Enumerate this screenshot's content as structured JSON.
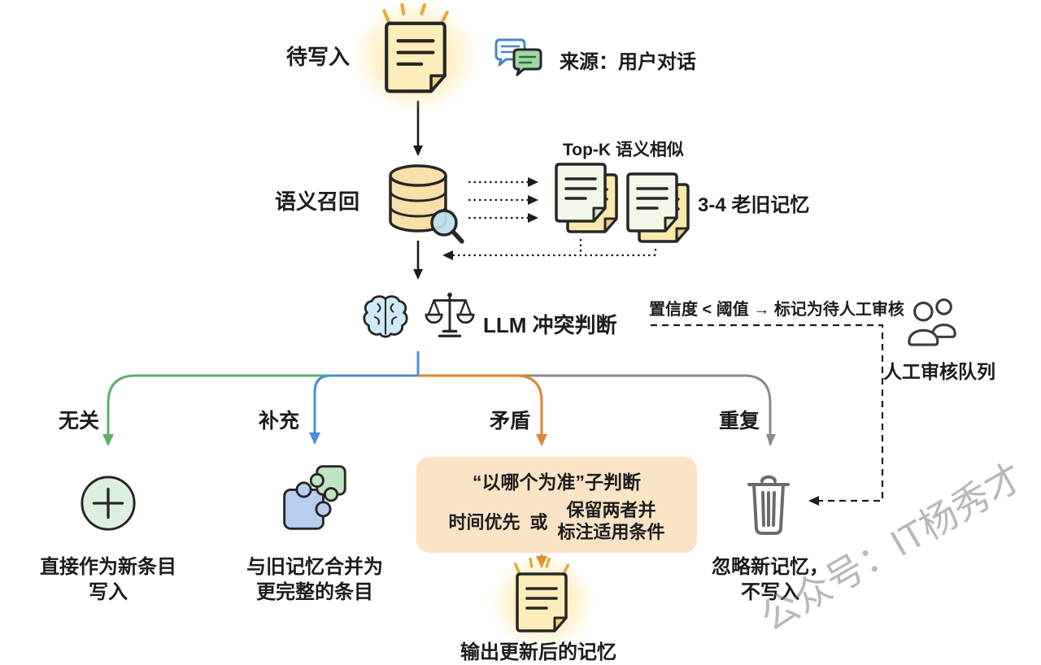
{
  "colors": {
    "ink": "#1c1c1c",
    "green": "#5fae69",
    "blue": "#4a90d9",
    "orange": "#e0862e",
    "gray": "#8a8a8a",
    "note-fill": "#fdeeb9",
    "box-fill": "#fbe3c6"
  },
  "nodes": {
    "to_write": "待写入",
    "source": "来源：用户对话",
    "semantic_recall": "语义召回",
    "topk": "Top-K 语义相似",
    "old_memories": "3-4 老旧记忆",
    "llm_judge": "LLM 冲突判断",
    "confidence_rule": "置信度 < 阈值 → 标记为待人工审核",
    "review_queue": "人工审核队列",
    "output_memory": "输出更新后的记忆",
    "watermark": "公众号：IT杨秀才"
  },
  "branches": {
    "irrelevant": {
      "label": "无关",
      "action_line1": "直接作为新条目",
      "action_line2": "写入"
    },
    "supplement": {
      "label": "补充",
      "action_line1": "与旧记忆合并为",
      "action_line2": "更完整的条目"
    },
    "conflict": {
      "label": "矛盾",
      "box_title": "“以哪个为准”子判断",
      "option_a": "时间优先",
      "or": "或",
      "option_b_line1": "保留两者并",
      "option_b_line2": "标注适用条件"
    },
    "duplicate": {
      "label": "重复",
      "action_line1": "忽略新记忆，",
      "action_line2": "不写入"
    }
  }
}
